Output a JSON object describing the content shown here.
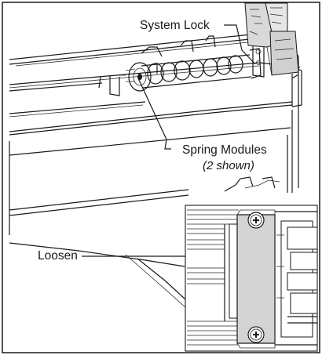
{
  "labels": {
    "system_lock": "System Lock",
    "spring_modules": "Spring Modules",
    "spring_modules_note": "(2 shown)",
    "loosen": "Loosen"
  },
  "colors": {
    "line": "#1a1a1a",
    "bracket_fill": "#d4d4d4",
    "tag_fill": "#d9d9d9"
  }
}
